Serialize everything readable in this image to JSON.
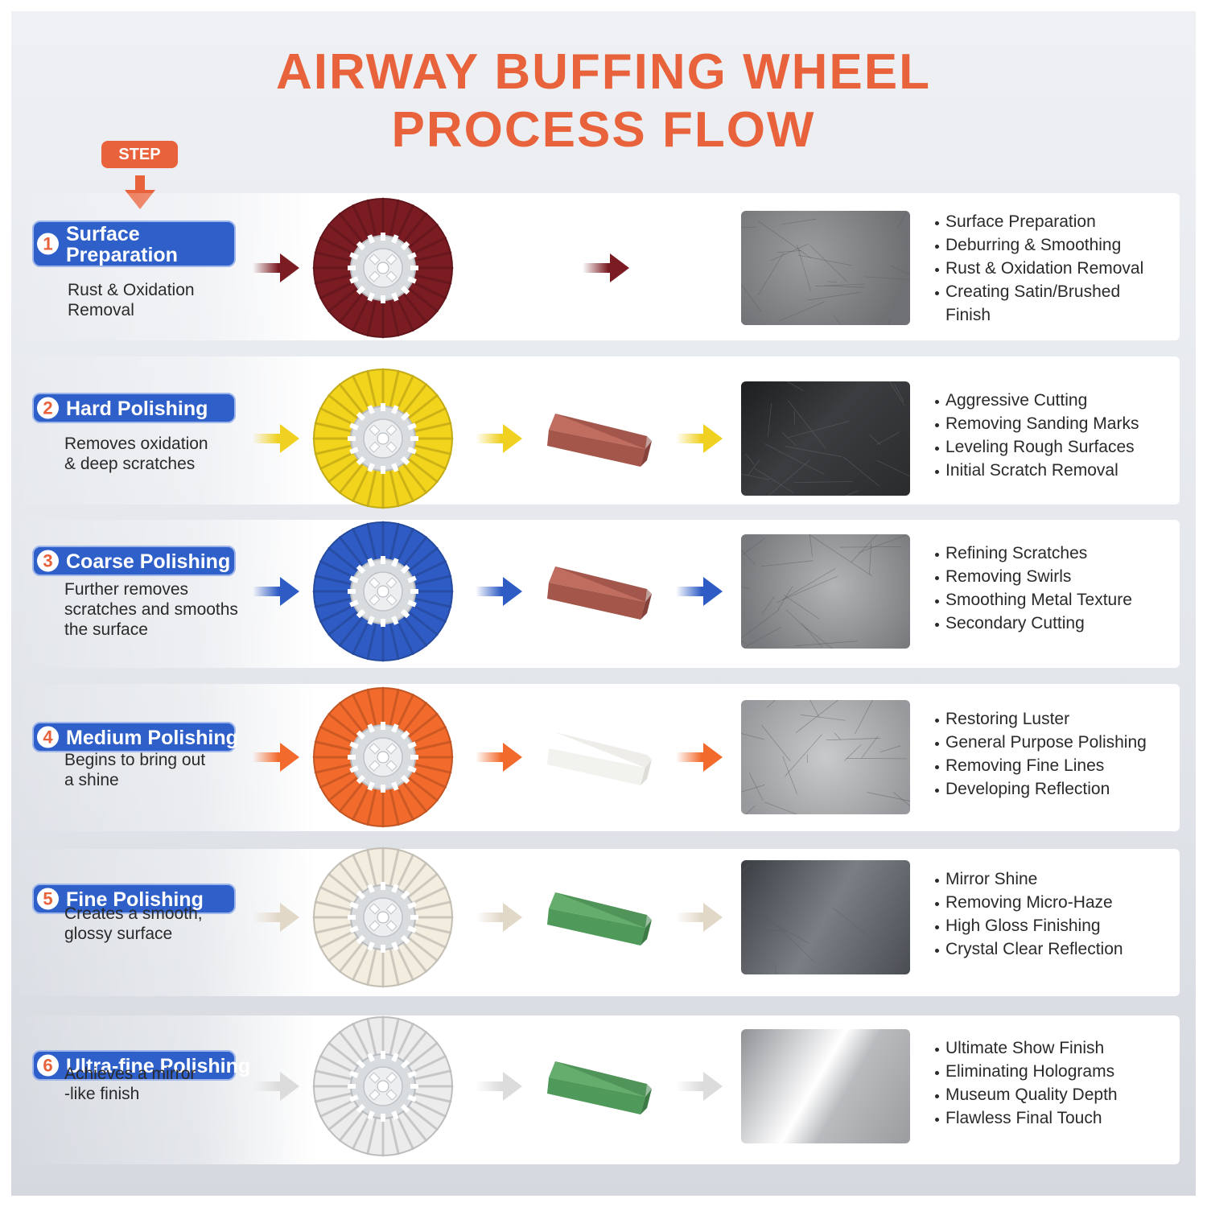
{
  "title": {
    "line1": "AIRWAY BUFFING WHEEL",
    "line2": "PROCESS FLOW"
  },
  "step_badge": "STEP",
  "colors": {
    "accent": "#e8623b",
    "pill": "#2f5fc9"
  },
  "steps": [
    {
      "number": "1",
      "name": "Surface Preparation",
      "name_lines": [
        "Surface",
        "Preparation"
      ],
      "description_lines": [
        "Rust & Oxidation",
        "Removal"
      ],
      "wheel_color": "#7a1c22",
      "arrow_color": "#7a1c22",
      "compound": null,
      "finish": "rough-gray",
      "benefits": [
        "Surface Preparation",
        "Deburring & Smoothing",
        "Rust & Oxidation Removal",
        "Creating Satin/Brushed",
        "Finish"
      ]
    },
    {
      "number": "2",
      "name": "Hard Polishing",
      "description_lines": [
        "Removes oxidation",
        "& deep scratches"
      ],
      "wheel_color": "#f3d41c",
      "arrow_color": "#f0d020",
      "compound": "brown",
      "finish": "dark",
      "benefits": [
        "Aggressive Cutting",
        "Removing Sanding Marks",
        "Leveling Rough Surfaces",
        "Initial Scratch Removal"
      ]
    },
    {
      "number": "3",
      "name": "Coarse Polishing",
      "description_lines": [
        "Further removes",
        "scratches and smooths",
        "the surface"
      ],
      "wheel_color": "#2f5cc4",
      "arrow_color": "#2f5cc4",
      "compound": "brown",
      "finish": "medium-gray",
      "benefits": [
        "Refining Scratches",
        "Removing Swirls",
        "Smoothing Metal Texture",
        "Secondary Cutting"
      ]
    },
    {
      "number": "4",
      "name": "Medium Polishing",
      "description_lines": [
        "Begins to bring out",
        "a shine"
      ],
      "wheel_color": "#f26a2c",
      "arrow_color": "#f26a2c",
      "compound": "white",
      "finish": "light-gray",
      "benefits": [
        "Restoring Luster",
        "General Purpose Polishing",
        "Removing Fine Lines",
        "Developing Reflection"
      ]
    },
    {
      "number": "5",
      "name": "Fine Polishing",
      "description_lines": [
        "Creates a smooth,",
        "glossy surface"
      ],
      "wheel_color": "#f3ede0",
      "arrow_color": "#e2d8c8",
      "compound": "green",
      "finish": "brushed-dark",
      "benefits": [
        "Mirror Shine",
        "Removing Micro-Haze",
        "High Gloss Finishing",
        "Crystal Clear Reflection"
      ]
    },
    {
      "number": "6",
      "name": "Ultra-fine Polishing",
      "description_lines": [
        "Achieves a mirror",
        "-like finish"
      ],
      "wheel_color": "#ececec",
      "arrow_color": "#dcdcdc",
      "compound": "green",
      "finish": "mirror",
      "benefits": [
        "Ultimate Show Finish",
        "Eliminating Holograms",
        "Museum Quality Depth",
        "Flawless Final Touch"
      ]
    }
  ]
}
